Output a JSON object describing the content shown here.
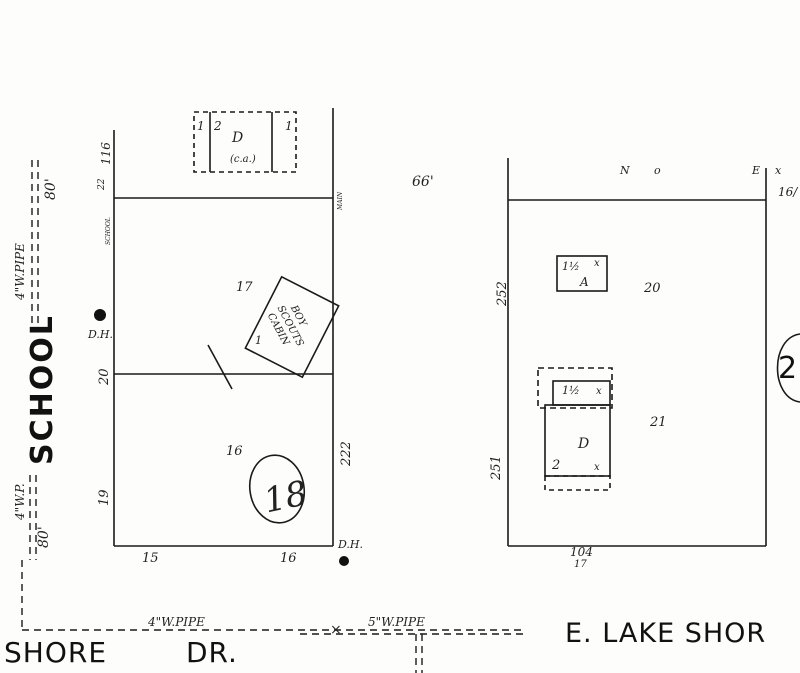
{
  "streets": {
    "school": "SCHOOL",
    "shore_left": "SHORE",
    "dr": "DR.",
    "lake_shore": "E. LAKE SHOR"
  },
  "pipes": {
    "school_upper": "4\"W.PIPE",
    "school_lower": "4\"W.P.",
    "shore_1": "4\"W.PIPE",
    "shore_2": "5\"W.PIPE"
  },
  "hydrants": {
    "left": "D.H.",
    "bottom": "D.H."
  },
  "left_block": {
    "top_dims": [
      "22",
      "116"
    ],
    "top_building": {
      "left_story": "1",
      "mid_story": "2",
      "right_story": "1",
      "code": "D",
      "note": "(c.a.)"
    },
    "side_labels": [
      "SCHOOL",
      "MAIN"
    ],
    "lots": [
      "17",
      "16"
    ],
    "cabin": [
      "BOY",
      "SCOUTS",
      "CABIN"
    ],
    "cabin_story": "1",
    "dims": [
      "20",
      "19",
      "222",
      "15",
      "16"
    ],
    "block_number": "18"
  },
  "top_street_dim": "66'",
  "upper_left_dim": "80'",
  "lower_left_dim": "80'",
  "right_block": {
    "top_label": [
      "N",
      "o",
      "E",
      "x"
    ],
    "edge_dim": "16/",
    "lots": [
      "20",
      "21"
    ],
    "bldg_a": {
      "story": "1½",
      "mark": "x",
      "code": "A"
    },
    "bldg_d": {
      "story_top": "1½",
      "story_bottom": "2",
      "marks": [
        "x",
        "x"
      ],
      "code": "D"
    },
    "dims": [
      "252",
      "251",
      "104",
      "17"
    ],
    "circled_number": "2"
  }
}
